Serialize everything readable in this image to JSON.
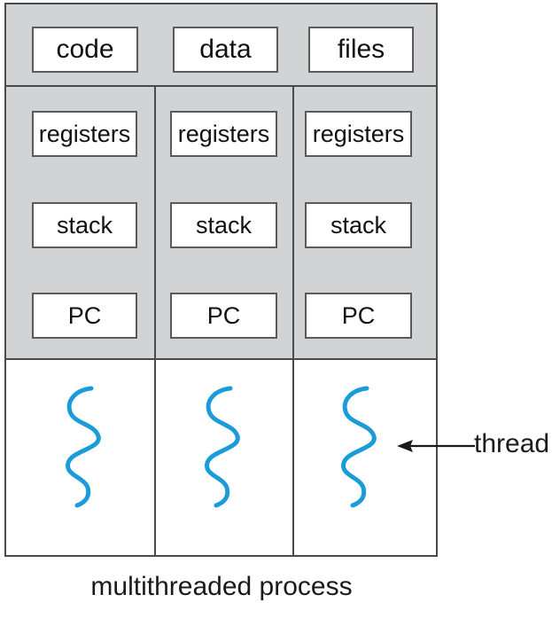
{
  "diagram": {
    "caption": "multithreaded process",
    "colors": {
      "shared_background": "#d2d3d5",
      "box_background": "#ffffff",
      "border": "#4a4a4a",
      "box_border": "#5a5a5a",
      "thread_squiggle": "#1b9bd8",
      "text": "#1a1a1a"
    },
    "shared_resources": [
      {
        "label": "code"
      },
      {
        "label": "data"
      },
      {
        "label": "files"
      }
    ],
    "per_thread_labels": {
      "registers": "registers",
      "stack": "stack",
      "pc": "PC"
    },
    "threads": [
      {
        "index": 0,
        "registers": "registers",
        "stack": "stack",
        "pc": "PC",
        "squiggle": "thread-squiggle-icon"
      },
      {
        "index": 1,
        "registers": "registers",
        "stack": "stack",
        "pc": "PC",
        "squiggle": "thread-squiggle-icon"
      },
      {
        "index": 2,
        "registers": "registers",
        "stack": "stack",
        "pc": "PC",
        "squiggle": "thread-squiggle-icon"
      }
    ],
    "callout": {
      "label": "thread",
      "arrow": "arrow-left-icon"
    }
  }
}
